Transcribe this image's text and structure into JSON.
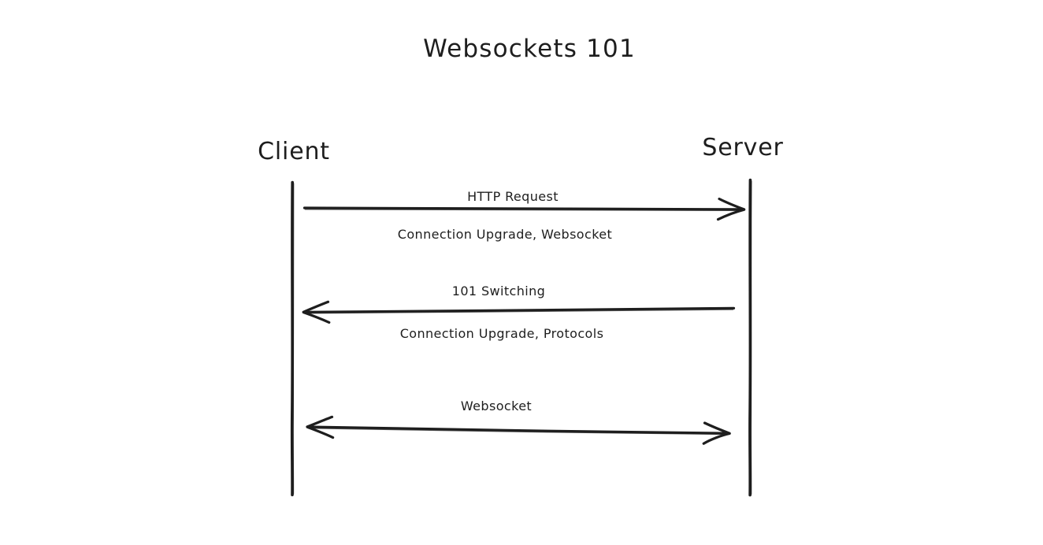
{
  "diagram": {
    "title": "Websockets 101",
    "type": "sequence-diagram",
    "background_color": "#ffffff",
    "stroke_color": "#1e1e1e",
    "participants": [
      {
        "id": "client",
        "label": "Client"
      },
      {
        "id": "server",
        "label": "Server"
      }
    ],
    "messages": [
      {
        "id": "msg-http-request",
        "from": "client",
        "to": "server",
        "direction": "right",
        "label": "HTTP Request",
        "sublabel": "Connection Upgrade, Websocket"
      },
      {
        "id": "msg-101-switching",
        "from": "server",
        "to": "client",
        "direction": "left",
        "label": "101 Switching",
        "sublabel": "Connection Upgrade, Protocols"
      },
      {
        "id": "msg-websocket",
        "from": "client",
        "to": "server",
        "direction": "both",
        "label": "Websocket",
        "sublabel": ""
      }
    ]
  }
}
